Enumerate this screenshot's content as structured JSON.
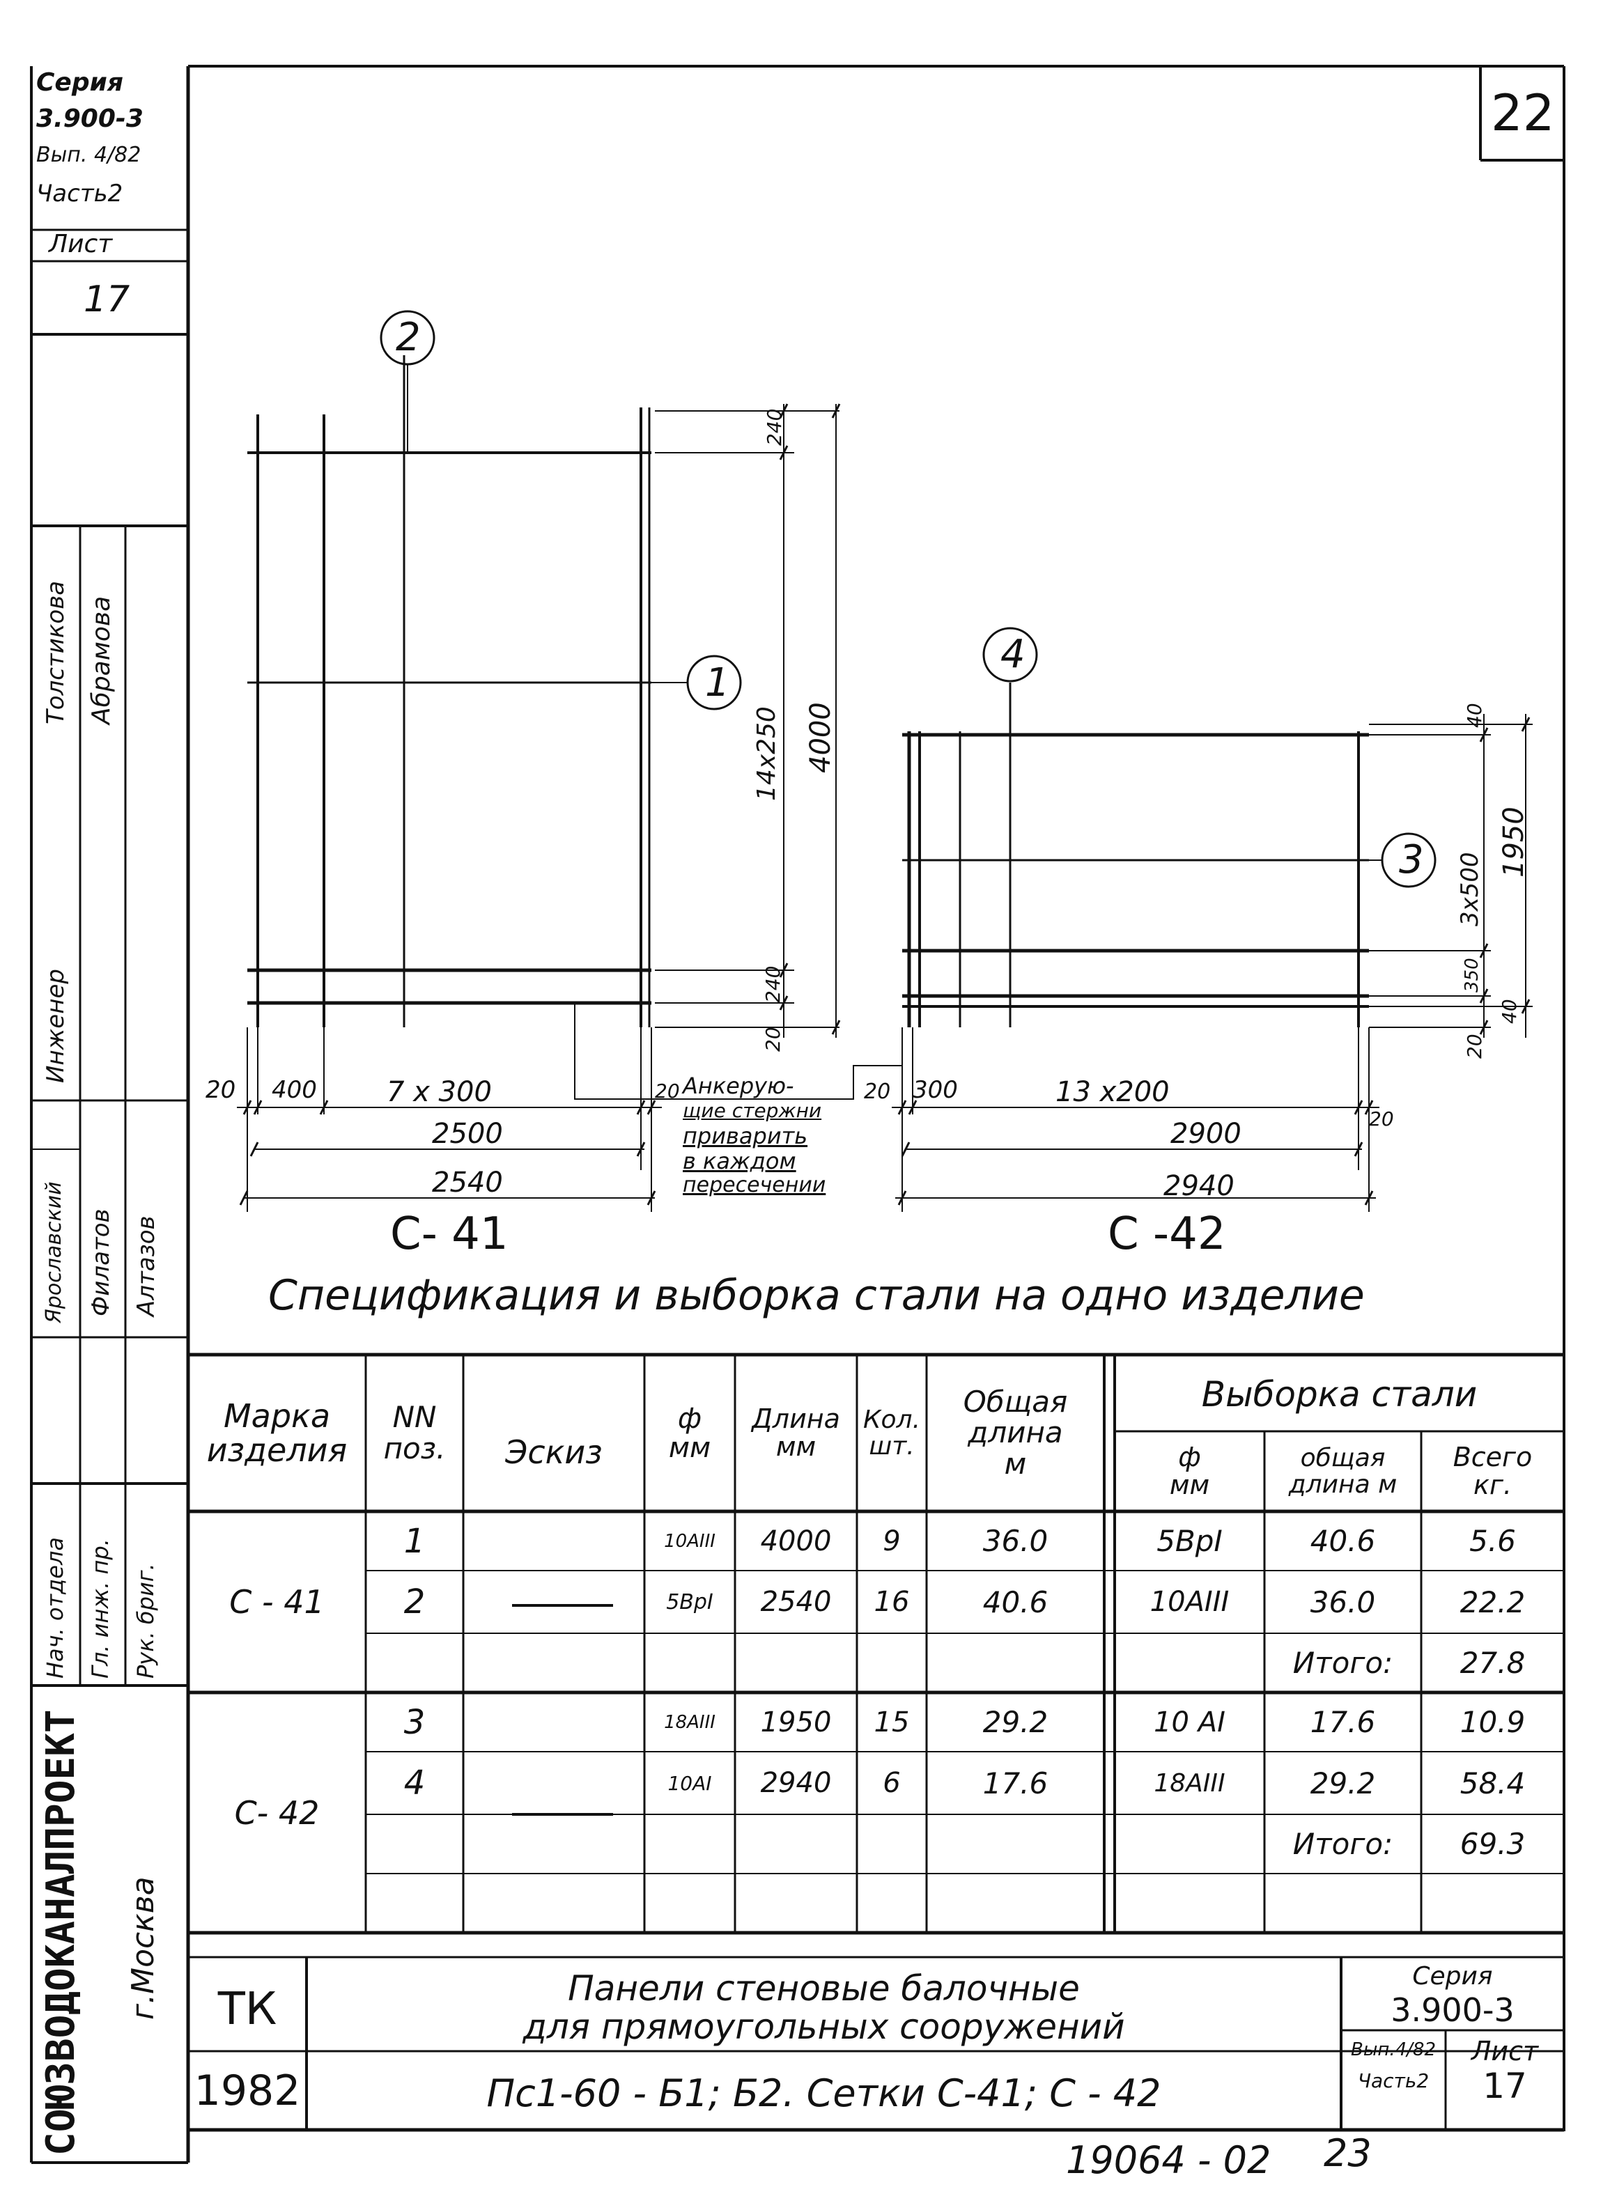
{
  "sheet": {
    "page_number": "22",
    "page_bottom_number": "23",
    "archive_number": "19064 - 02"
  },
  "left_stamp": {
    "series_label": "Серия",
    "series_value": "3.900-3",
    "issue": "Вып. 4/82",
    "part": "Часть2",
    "sheet_label": "Лист",
    "sheet_value": "17",
    "signatures_col1": [
      "Толстикова",
      "Абрамова"
    ],
    "signatures_col2": [
      "Инженер",
      "Ярославский",
      "Филатов",
      "Алтазов"
    ],
    "roles": [
      "Нач. отдела",
      "Гл. инж. пр.",
      "Рук. бриг."
    ],
    "organization": "СОЮЗВОДОКАНАЛПРОЕКТ",
    "city": "г.Москва"
  },
  "drawing": {
    "c41": {
      "label": "С- 41",
      "pos_2": "2",
      "pos_1": "1",
      "dim_top_gap": "240",
      "dim_spacing": "14x250",
      "dim_total": "4000",
      "dim_bottom_gap": "240",
      "dim_bottom_edge": "20",
      "dim_left_edge": "20",
      "dim_first": "400",
      "dim_grid": "7 x 300",
      "dim_right_edge": "20",
      "dim_inner": "2500",
      "dim_outer": "2540"
    },
    "note": [
      "Анкерую-",
      "щие стержни",
      "приварить",
      "в каждом",
      "пересечении"
    ],
    "c42": {
      "label": "С -42",
      "pos_4": "4",
      "pos_3": "3",
      "dim_top": "40",
      "dim_spacing": "3x500",
      "dim_total": "1950",
      "dim_mid": "350",
      "dim_bottom": "40",
      "dim_bottom_edge": "20",
      "dim_left_edge": "20",
      "dim_first": "300",
      "dim_grid": "13 x200",
      "dim_right_edge": "20",
      "dim_inner": "2900",
      "dim_outer": "2940"
    }
  },
  "spec": {
    "title": "Спецификация и выборка стали на одно изделие",
    "headers": {
      "mark": [
        "Марка",
        "изделия"
      ],
      "pos": [
        "NN",
        "поз."
      ],
      "sketch": "Эскиз",
      "dia": [
        "ф",
        "мм"
      ],
      "length": [
        "Длина",
        "мм"
      ],
      "qty": [
        "Кол.",
        "шт."
      ],
      "total_length": [
        "Общая",
        "длина",
        "м"
      ],
      "selection": "Выборка стали",
      "sel_dia": [
        "ф",
        "мм"
      ],
      "sel_length": [
        "общая",
        "длина м"
      ],
      "sel_total": [
        "Всего",
        "кг."
      ]
    },
    "groups": [
      {
        "mark": "С - 41",
        "rows": [
          {
            "pos": "1",
            "dia": "10AIII",
            "length": "4000",
            "qty": "9",
            "total": "36.0",
            "sel_dia": "5BpI",
            "sel_len": "40.6",
            "sel_kg": "5.6"
          },
          {
            "pos": "2",
            "dia": "5BpI",
            "length": "2540",
            "qty": "16",
            "total": "40.6",
            "sel_dia": "10AIII",
            "sel_len": "36.0",
            "sel_kg": "22.2"
          }
        ],
        "total_label": "Итого:",
        "total_kg": "27.8"
      },
      {
        "mark": "С- 42",
        "rows": [
          {
            "pos": "3",
            "dia": "18AIII",
            "length": "1950",
            "qty": "15",
            "total": "29.2",
            "sel_dia": "10 AI",
            "sel_len": "17.6",
            "sel_kg": "10.9"
          },
          {
            "pos": "4",
            "dia": "10AI",
            "length": "2940",
            "qty": "6",
            "total": "17.6",
            "sel_dia": "18AIII",
            "sel_len": "29.2",
            "sel_kg": "58.4"
          }
        ],
        "total_label": "Итого:",
        "total_kg": "69.3"
      }
    ]
  },
  "title_block": {
    "tk": "ТК",
    "year": "1982",
    "title_line1": "Панели стеновые балочные",
    "title_line2": "для прямоугольных сооружений",
    "subtitle": "Пс1-60 - Б1; Б2. Сетки С-41; С - 42",
    "series_label": "Серия",
    "series_value": "3.900-3",
    "issue": "Вып.4/82",
    "part": "Часть2",
    "sheet_label": "Лист",
    "sheet_value": "17"
  }
}
